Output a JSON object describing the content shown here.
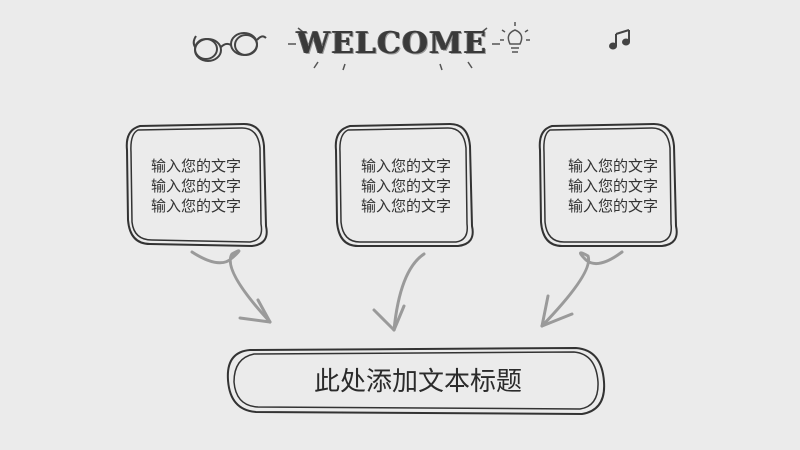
{
  "header": {
    "welcome": "WELCOME"
  },
  "boxes": [
    {
      "lines": [
        "输入您的文字",
        "输入您的文字",
        "输入您的文字"
      ]
    },
    {
      "lines": [
        "输入您的文字",
        "输入您的文字",
        "输入您的文字"
      ]
    },
    {
      "lines": [
        "输入您的文字",
        "输入您的文字",
        "输入您的文字"
      ]
    }
  ],
  "title": {
    "text": "此处添加文本标题"
  },
  "icons": {
    "glasses": "glasses-icon",
    "bulb": "lightbulb-icon",
    "note": "music-note-icon"
  },
  "colors": {
    "background": "#ebebeb",
    "ink": "#333333",
    "arrow": "#9a9a9a"
  }
}
